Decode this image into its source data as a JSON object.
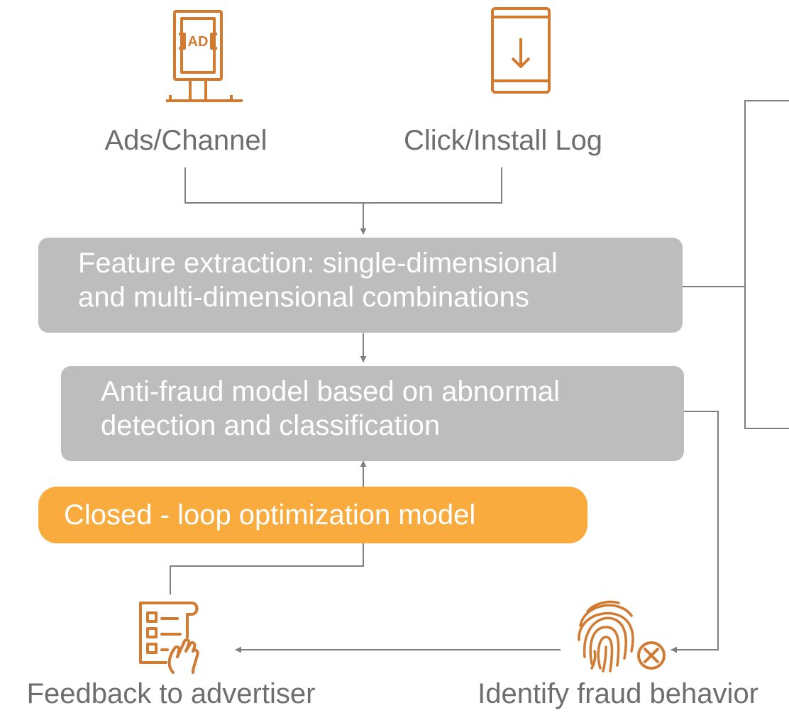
{
  "diagram": {
    "nodes": {
      "ads_channel": {
        "label": "Ads/Channel",
        "icon": "ad-billboard-icon"
      },
      "click_install_log": {
        "label": "Click/Install Log",
        "icon": "phone-download-icon"
      },
      "feature_extraction": {
        "line1": "Feature extraction: single-dimensional",
        "line2": "and multi-dimensional combinations"
      },
      "anti_fraud_model": {
        "line1": "Anti-fraud model based on abnormal",
        "line2": "detection and classification"
      },
      "closed_loop": {
        "label": "Closed - loop optimization model"
      },
      "feedback": {
        "label": "Feedback to advertiser",
        "icon": "checklist-document-icon"
      },
      "identify_fraud": {
        "label": "Identify fraud behavior",
        "icon": "fingerprint-reject-icon"
      }
    },
    "colors": {
      "icon_stroke": "#d07a32",
      "box_fill": "#bdbdbd",
      "pill_fill": "#f9ab3d",
      "connector": "#7f7f7f",
      "caption_text": "#6e6e6e"
    }
  }
}
